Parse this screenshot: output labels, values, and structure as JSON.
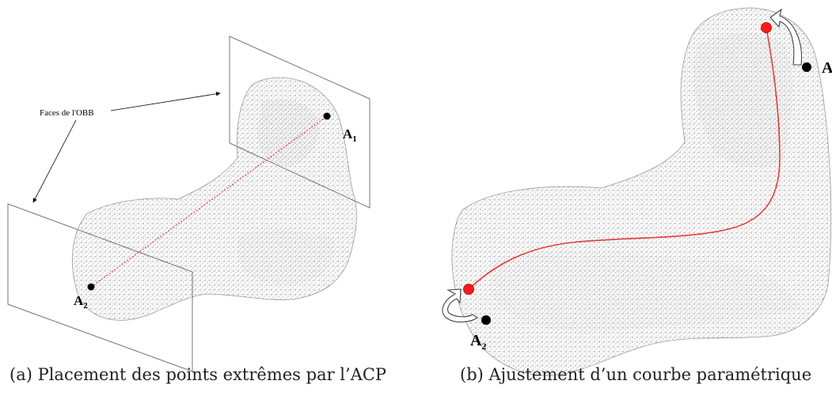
{
  "panel_a": {
    "annotation": "Faces de l'OBB",
    "point_1": {
      "main": "A",
      "sub": "1"
    },
    "point_2": {
      "main": "A",
      "sub": "2"
    },
    "caption": "(a) Placement des points extrêmes par l’ACP"
  },
  "panel_b": {
    "point_1": {
      "main": "A",
      "sub": ""
    },
    "point_2": {
      "main": "A",
      "sub": "2"
    },
    "caption": "(b) Ajustement d’un courbe paramétrique"
  },
  "colors": {
    "mesh": "#6b6b6b",
    "curve": "#e53b3b",
    "fitted_point": "#ff1a1a",
    "extreme_point": "#000000"
  }
}
